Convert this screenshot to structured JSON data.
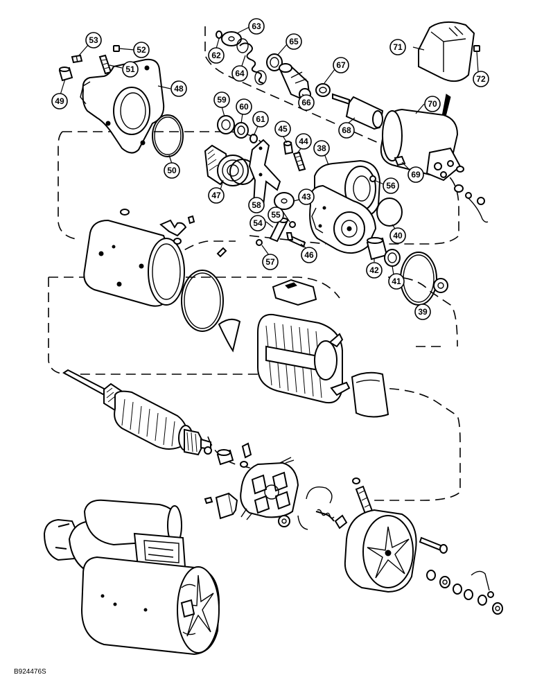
{
  "figure_id": "B924476S",
  "callouts": [
    {
      "label": "53"
    },
    {
      "label": "52"
    },
    {
      "label": "51"
    },
    {
      "label": "49"
    },
    {
      "label": "48"
    },
    {
      "label": "50"
    },
    {
      "label": "63"
    },
    {
      "label": "62"
    },
    {
      "label": "65"
    },
    {
      "label": "64"
    },
    {
      "label": "67"
    },
    {
      "label": "66"
    },
    {
      "label": "71"
    },
    {
      "label": "72"
    },
    {
      "label": "59"
    },
    {
      "label": "60"
    },
    {
      "label": "61"
    },
    {
      "label": "45"
    },
    {
      "label": "44"
    },
    {
      "label": "38"
    },
    {
      "label": "70"
    },
    {
      "label": "68"
    },
    {
      "label": "69"
    },
    {
      "label": "56"
    },
    {
      "label": "47"
    },
    {
      "label": "58"
    },
    {
      "label": "43"
    },
    {
      "label": "55"
    },
    {
      "label": "54"
    },
    {
      "label": "40"
    },
    {
      "label": "46"
    },
    {
      "label": "57"
    },
    {
      "label": "42"
    },
    {
      "label": "41"
    },
    {
      "label": "39"
    }
  ]
}
